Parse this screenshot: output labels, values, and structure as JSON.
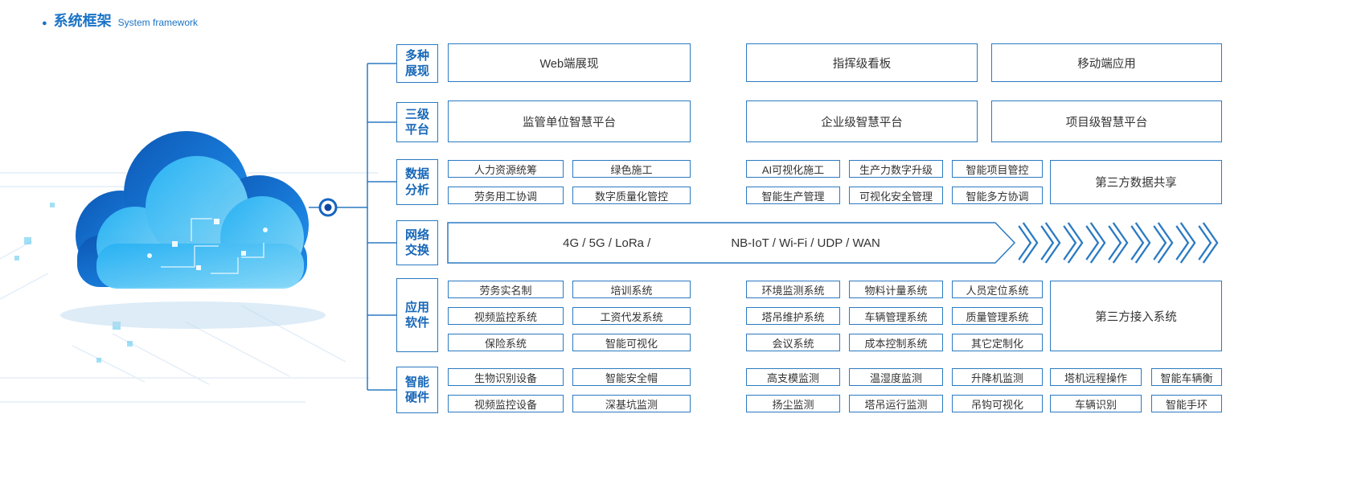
{
  "title": {
    "bullet": "●",
    "zh": "系统框架",
    "en": "System framework"
  },
  "colors": {
    "accent": "#1a73c6",
    "border": "#2b7ac2",
    "text": "#333333",
    "cloud_dark": "#0d57b5",
    "cloud_light": "#29b6f6"
  },
  "categories": [
    {
      "label": "多种展现"
    },
    {
      "label": "三级平台"
    },
    {
      "label": "数据分析"
    },
    {
      "label": "网络交换"
    },
    {
      "label": "应用软件"
    },
    {
      "label": "智能硬件"
    }
  ],
  "display_row": [
    "Web端展现",
    "指挥级看板",
    "移动端应用"
  ],
  "platform_row": [
    "监管单位智慧平台",
    "企业级智慧平台",
    "项目级智慧平台"
  ],
  "data_analysis": {
    "row1": [
      "人力资源统筹",
      "绿色施工",
      "AI可视化施工",
      "生产力数字升级",
      "智能项目管控"
    ],
    "row2": [
      "劳务用工协调",
      "数字质量化管控",
      "智能生产管理",
      "可视化安全管理",
      "智能多方协调"
    ],
    "shared": "第三方数据共享"
  },
  "network": {
    "left": "4G / 5G / LoRa /",
    "right": "NB-IoT / Wi-Fi / UDP / WAN"
  },
  "applications": {
    "row1": [
      "劳务实名制",
      "培训系统",
      "环境监测系统",
      "物料计量系统",
      "人员定位系统"
    ],
    "row2": [
      "视频监控系统",
      "工资代发系统",
      "塔吊维护系统",
      "车辆管理系统",
      "质量管理系统"
    ],
    "row3": [
      "保险系统",
      "智能可视化",
      "会议系统",
      "成本控制系统",
      "其它定制化"
    ],
    "shared": "第三方接入系统"
  },
  "hardware": {
    "row1": [
      "生物识别设备",
      "智能安全帽",
      "高支模监测",
      "温湿度监测",
      "升降机监测",
      "塔机远程操作",
      "智能车辆衡"
    ],
    "row2": [
      "视频监控设备",
      "深基坑监测",
      "扬尘监测",
      "塔吊运行监测",
      "吊钩可视化",
      "车辆识别",
      "智能手环"
    ]
  }
}
